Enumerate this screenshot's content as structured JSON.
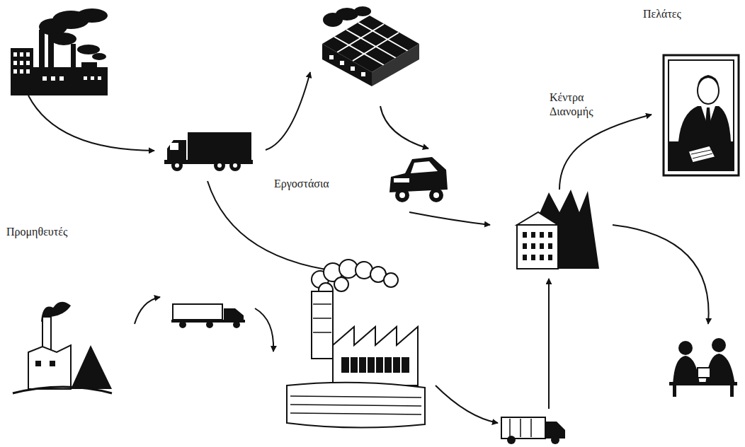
{
  "diagram": {
    "labels": [
      "Πελάτες",
      "Κέντρα Διανομής",
      "Εργοστάσια",
      "Προμηθευτές"
    ]
  }
}
